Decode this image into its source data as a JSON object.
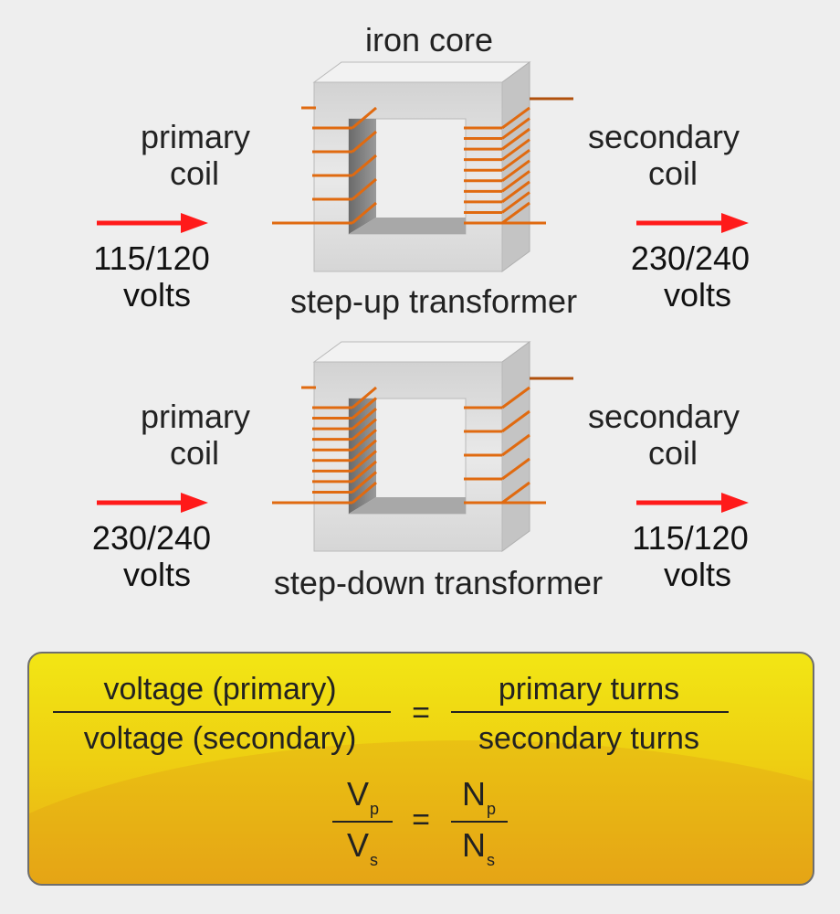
{
  "core_label": "iron core",
  "transformers": [
    {
      "caption": "step-up transformer",
      "primary_label_line1": "primary",
      "primary_label_line2": "coil",
      "secondary_label_line1": "secondary",
      "secondary_label_line2": "coil",
      "input_voltage": "115/120",
      "input_unit": "volts",
      "output_voltage": "230/240",
      "output_unit": "volts",
      "primary_turns_drawn": 5,
      "secondary_turns_drawn": 10
    },
    {
      "caption": "step-down transformer",
      "primary_label_line1": "primary",
      "primary_label_line2": "coil",
      "secondary_label_line1": "secondary",
      "secondary_label_line2": "coil",
      "input_voltage": "230/240",
      "input_unit": "volts",
      "output_voltage": "115/120",
      "output_unit": "volts",
      "primary_turns_drawn": 10,
      "secondary_turns_drawn": 5
    }
  ],
  "formula": {
    "numerator_left": "voltage (primary)",
    "denominator_left": "voltage (secondary)",
    "equals": "=",
    "numerator_right": "primary turns",
    "denominator_right": "secondary turns",
    "symbol_vp": "V",
    "symbol_vp_sub": "p",
    "symbol_vs": "V",
    "symbol_vs_sub": "s",
    "symbol_np": "N",
    "symbol_np_sub": "p",
    "symbol_ns": "N",
    "symbol_ns_sub": "s"
  },
  "colors": {
    "arrow": "#ff1a1a",
    "coil": "#e06a10",
    "core_front": "#e6e6e6",
    "core_side": "#c4c4c4",
    "core_inner": "#7f7f7f",
    "box_top": "#f2e614",
    "box_bottom": "#e8ab16"
  }
}
